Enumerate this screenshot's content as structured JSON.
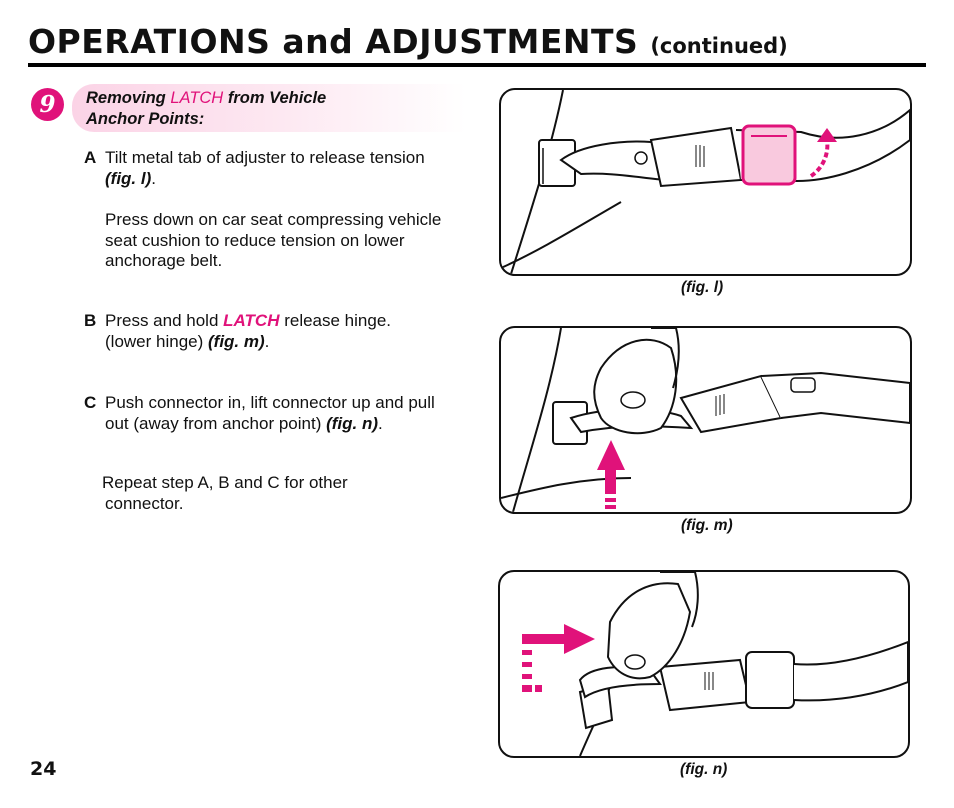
{
  "header": {
    "title": "OPERATIONS and ADJUSTMENTS",
    "subtitle": "(continued)"
  },
  "section": {
    "step_number": "9",
    "heading_part1": "Removing ",
    "heading_latch": "LATCH",
    "heading_part2": " from Vehicle",
    "heading_line2": "Anchor Points:"
  },
  "steps": {
    "a": {
      "letter": "A",
      "line1": "Tilt metal tab of adjuster to release tension",
      "figref": "(fig. l)",
      "para2": "Press down on car seat compressing vehicle seat cushion to reduce tension on lower anchorage belt."
    },
    "b": {
      "letter": "B",
      "text1": "Press and hold ",
      "latch": "LATCH",
      "text2": " release hinge.",
      "text3": "(lower hinge) ",
      "figref": "(fig. m)"
    },
    "c": {
      "letter": "C",
      "text": "Push connector in, lift connector up and pull out (away from anchor point) ",
      "figref": "(fig. n)"
    },
    "repeat": {
      "line1": "Repeat step A, B and C for other",
      "line2": "connector."
    }
  },
  "figures": {
    "l": {
      "caption": "(fig. l)"
    },
    "m": {
      "caption": "(fig. m)"
    },
    "n": {
      "caption": "(fig. n)"
    }
  },
  "footer": {
    "page_number": "24"
  },
  "colors": {
    "accent": "#e0127a",
    "highlight_bg": "#fbd3e6",
    "ink": "#111111"
  },
  "icons": {
    "step_badge": "numbered-circle-icon",
    "fig_l_arrow": "curved-up-arrow-icon",
    "fig_m_arrow": "up-arrow-icon",
    "fig_n_arrow": "right-arrow-icon"
  }
}
